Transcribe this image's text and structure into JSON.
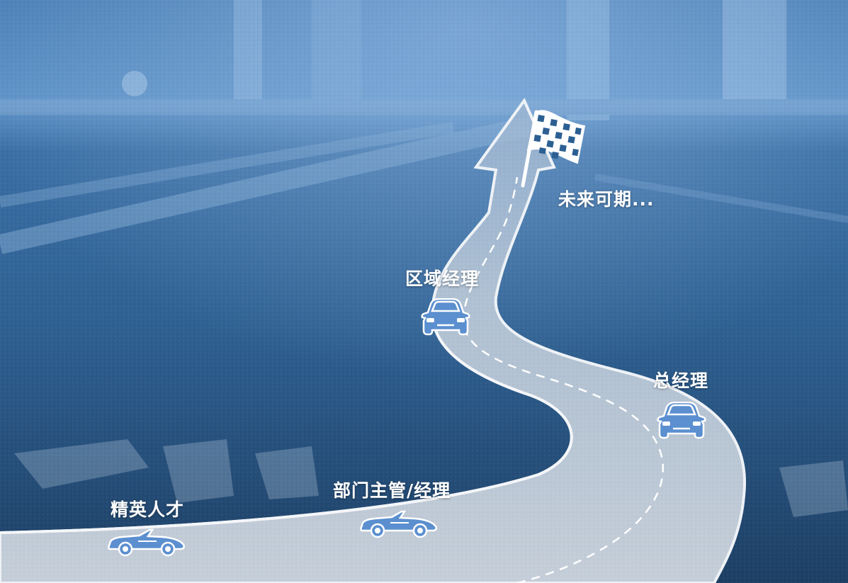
{
  "destination": {
    "label": "未来可期..."
  },
  "stages": [
    {
      "label": "精英人才",
      "vehicle": "convertible-icon"
    },
    {
      "label": "部门主管/经理",
      "vehicle": "convertible-icon"
    },
    {
      "label": "区域经理",
      "vehicle": "car-front-icon"
    },
    {
      "label": "总经理",
      "vehicle": "car-front-icon"
    }
  ],
  "colors": {
    "background": "#2c5f92",
    "background_light": "#6e9ccc",
    "road": "#c9d1db",
    "road_edge": "#f2f4f7",
    "vehicle": "#5b8fcf",
    "label": "#ffffff"
  }
}
